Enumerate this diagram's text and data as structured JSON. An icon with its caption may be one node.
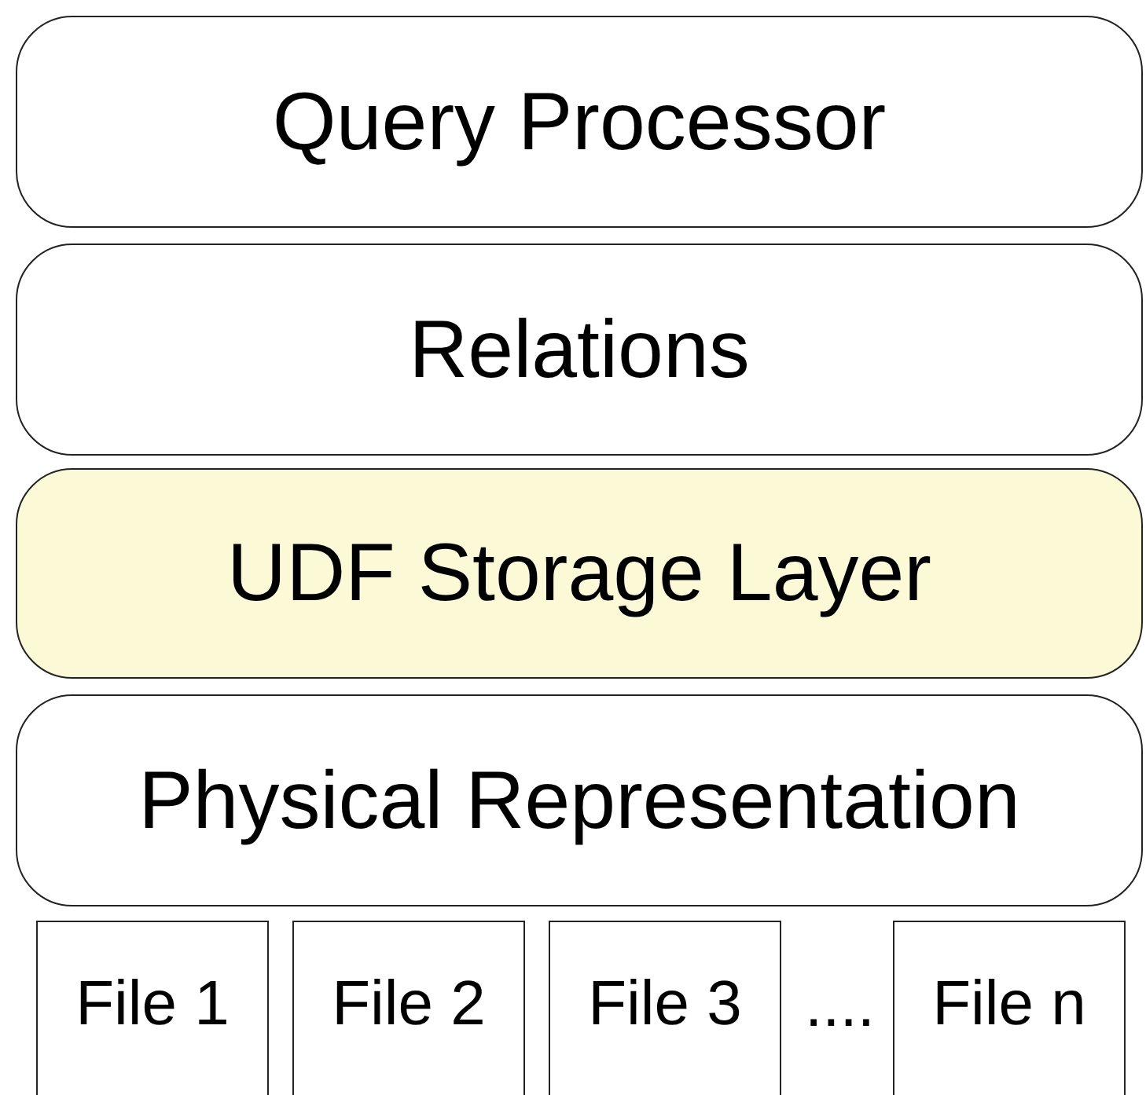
{
  "diagram": {
    "nodes": [
      {
        "text": [
          "Query Processor"
        ]
      },
      {
        "text": [
          "Relations"
        ]
      },
      {
        "text": [
          "UDF Storage Layer"
        ]
      },
      {
        "text": [
          "Physical Representation"
        ]
      },
      {
        "text": [
          "File 1"
        ]
      },
      {
        "text": [
          "File 2"
        ]
      },
      {
        "text": [
          "File 3"
        ]
      },
      {
        "text": [
          "File n"
        ]
      }
    ],
    "labels": [
      "...."
    ]
  }
}
